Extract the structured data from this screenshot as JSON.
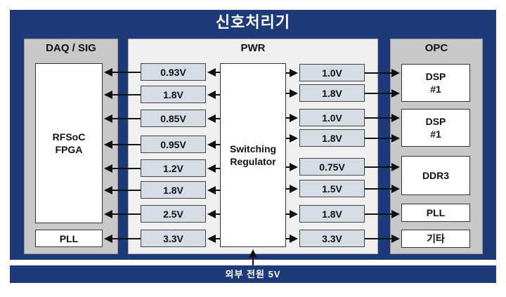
{
  "title": "신호처리기",
  "daq": {
    "label": "DAQ / SIG",
    "rfsoc": "RFSoC\nFPGA",
    "pll": "PLL"
  },
  "pwr": {
    "label": "PWR",
    "regulator": "Switching\nRegulator",
    "left_voltages": [
      "0.93V",
      "1.8V",
      "0.85V",
      "0.95V",
      "1.2V",
      "1.8V",
      "2.5V",
      "3.3V"
    ],
    "right_voltages": [
      "1.0V",
      "1.8V",
      "1.0V",
      "1.8V",
      "0.75V",
      "1.5V",
      "1.8V",
      "3.3V"
    ]
  },
  "opc": {
    "label": "OPC",
    "dsp1": "DSP\n#1",
    "dsp2": "DSP\n#1",
    "ddr3": "DDR3",
    "pll": "PLL",
    "etc": "기타"
  },
  "power_input": "외부 전원 5V",
  "colors": {
    "frame": "#1f3a79",
    "panel": "#c8c8c8",
    "pwr_panel": "#efefef",
    "voltage_box": "#d6dce6"
  }
}
